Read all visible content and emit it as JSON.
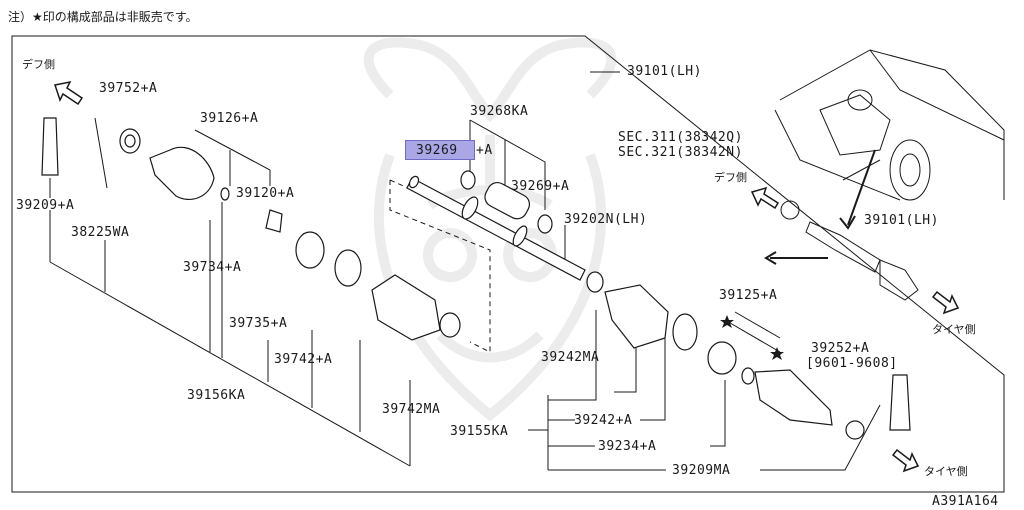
{
  "note": "注）★印の構成部品は非販売です。",
  "sides": {
    "diff_side": "デフ側",
    "diff_side_2": "デフ側",
    "tire_side": "タイヤ側",
    "tire_side_2": "タイヤ側"
  },
  "part_labels": {
    "p39101_lh_top": "39101(LH)",
    "p39752": "39752+A",
    "p39126": "39126+A",
    "p39268ka": "39268KA",
    "p39269_highlight": "39269",
    "p39269_highlight_suffix": "+A",
    "p39269": "39269+A",
    "p39209": "39209+A",
    "p38225wa": "38225WA",
    "p39120": "39120+A",
    "p39202n": "39202N(LH)",
    "p39734": "39734+A",
    "p39735": "39735+A",
    "p39742": "39742+A",
    "p39742ma": "39742MA",
    "p39156ka": "39156KA",
    "p39242ma": "39242MA",
    "p39242": "39242+A",
    "p39155ka": "39155KA",
    "p39234": "39234+A",
    "p39209ma": "39209MA",
    "p39125": "39125+A",
    "p39252": "39252+A",
    "p39252_range": "[9601-9608]",
    "sec311": "SEC.311(38342Q)",
    "sec321": "SEC.321(38342N)",
    "p39101_lh_right": "39101(LH)"
  },
  "figure_id": "A391A164",
  "colors": {
    "highlight": "#a9a7e6",
    "line": "#1a1a1a",
    "watermark": "#ececec"
  },
  "icons": {
    "star": "star-icon",
    "arrow": "hollow-arrow-icon"
  }
}
